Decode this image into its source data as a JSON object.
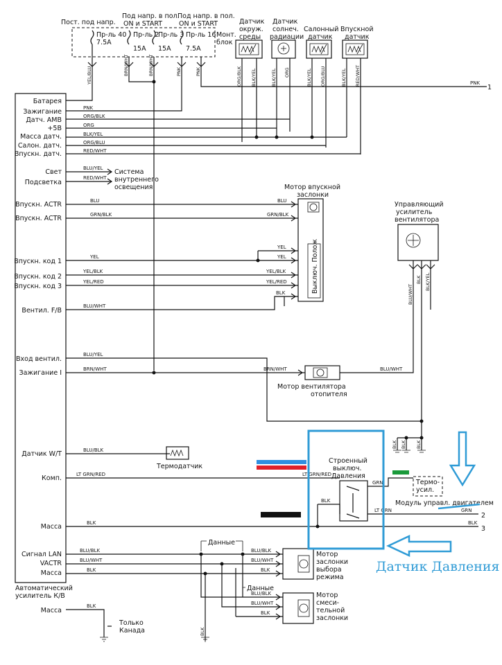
{
  "fuse_block": {
    "headers": [
      "Пост. под напр.",
      "Под напр. в пол.",
      "ON и START",
      "Под напр. в пол.",
      "ON и START"
    ],
    "fuses": [
      {
        "name": "Пр-ль 40",
        "rating": "7.5A"
      },
      {
        "name": "Пр-ль 2",
        "rating": "15A"
      },
      {
        "name": "Пр-ль 3",
        "rating": "15A"
      },
      {
        "name": "Пр-ль 16",
        "rating": "7.5A"
      }
    ],
    "block_label": [
      "Монт.",
      "блок"
    ]
  },
  "sensors": [
    {
      "lines": [
        "Датчик",
        "окруж.",
        "среды"
      ]
    },
    {
      "lines": [
        "Датчик",
        "солнеч.",
        "радиации"
      ]
    },
    {
      "lines": [
        "Салонный",
        "датчик"
      ]
    },
    {
      "lines": [
        "Впускной",
        "датчик"
      ]
    }
  ],
  "amplifier_pins": [
    "Батарея",
    "Зажигание",
    "Датч. AMB",
    "+5В",
    "Масса датч.",
    "Салон. датч.",
    "Впускн. датч.",
    "Свет",
    "Подсветка",
    "Впускн. ACTR",
    "Впускн. ACTR",
    "Впускн. код 1",
    "Впускн. код 2",
    "Впускн. код 3",
    "Вентил. F/B",
    "Вход вентил.",
    "Зажигание I",
    "Датчик W/T",
    "Комп.",
    "Масса",
    "Сигнал LAN",
    "VACTR",
    "Масса",
    "Масса"
  ],
  "amplifier_label": [
    "Автоматический",
    "усилитель К/В"
  ],
  "wire_colors": {
    "pnk": "PNK",
    "orgblk": "ORG/BLK",
    "org": "ORG",
    "blkyel": "BLK/YEL",
    "orgblu": "ORG/BLU",
    "redwht": "RED/WHT",
    "bluyel": "BLU/YEL",
    "blu": "BLU",
    "grnblk": "GRN/BLK",
    "yel": "YEL",
    "yelblk": "YEL/BLK",
    "yelred": "YEL/RED",
    "bluwht": "BLU/WHT",
    "brnwht": "BRN/WHT",
    "blublk": "BLU/BLK",
    "ltgrnred": "LT GRN/RED",
    "blk": "BLK",
    "grn": "GRN",
    "ltgrn": "LT GRN",
    "yelblu": "YEL/BLU",
    "blkyel2": "BLK/YEL",
    "yelblu_fuse": "YEL/BLU",
    "brnwht2": "BRN/WHT"
  },
  "components": {
    "light_system": [
      "Система",
      "внутреннего",
      "освещения"
    ],
    "intake_motor": [
      "Мотор впускной",
      "заслонки"
    ],
    "position_switch": "Выключ. Полож",
    "fan_amp": [
      "Управляющий",
      "усилитель",
      "вентилятора"
    ],
    "fan_motor": [
      "Мотор вентилятора",
      "отопителя"
    ],
    "thermosensor": "Термодатчик",
    "pressure_switch": [
      "Строенный",
      "выключ.",
      "Давления"
    ],
    "thermo_amp": [
      "Термо-",
      "усил."
    ],
    "engine_module": "Модуль управл. двигателем",
    "data_label": "Данные",
    "mode_motor": [
      "Мотор",
      "заслонки",
      "выбора",
      "режима"
    ],
    "mix_motor": [
      "Мотор",
      "смеси-",
      "тельной",
      "заслонки"
    ],
    "kanada": [
      "Только",
      "Канада"
    ]
  },
  "annotation": {
    "text": "Датчик Давления",
    "color": "#2f9bd6"
  },
  "markers": {
    "blue": "#2f8fe0",
    "red": "#e0202a",
    "green": "#1a9a3a",
    "black": "#111111"
  },
  "terminals": [
    "1",
    "2",
    "3"
  ]
}
